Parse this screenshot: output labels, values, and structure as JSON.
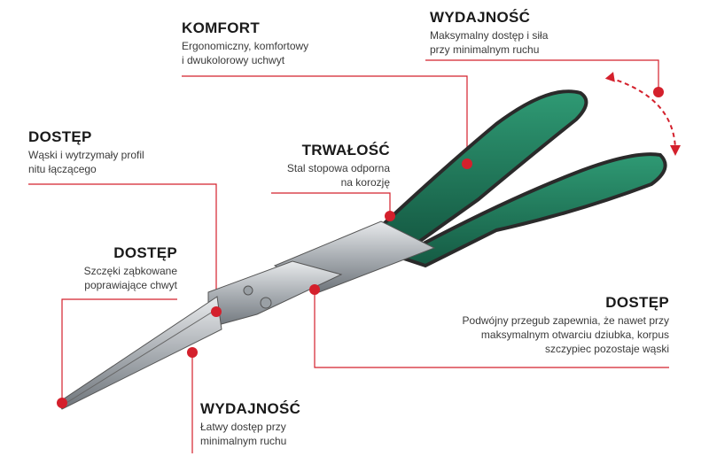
{
  "callouts": {
    "komfort": {
      "title": "KOMFORT",
      "line1": "Ergonomiczny, komfortowy",
      "line2": "i dwukolorowy uchwyt"
    },
    "wydajnosc_top": {
      "title": "WYDAJNOŚĆ",
      "line1": "Maksymalny dostęp i siła",
      "line2": "przy minimalnym ruchu"
    },
    "dostep_left": {
      "title": "DOSTĘP",
      "line1": "Wąski i wytrzymały profil",
      "line2": "nitu łączącego"
    },
    "trwalosc": {
      "title": "TRWAŁOŚĆ",
      "line1": "Stal stopowa odporna",
      "line2": "na korozję"
    },
    "dostep_jaws": {
      "title": "DOSTĘP",
      "line1": "Szczęki ząbkowane",
      "line2": "poprawiające chwyt"
    },
    "dostep_right": {
      "title": "DOSTĘP",
      "line1": "Podwójny przegub zapewnia, że nawet przy",
      "line2": "maksymalnym otwarciu dziubka, korpus",
      "line3": "szczypiec pozostaje wąski"
    },
    "wydajnosc_bottom": {
      "title": "WYDAJNOŚĆ",
      "line1": "Łatwy dostęp przy",
      "line2": "minimalnym ruchu"
    }
  },
  "colors": {
    "accent": "#d4202c",
    "handle_green": "#1f7a5c",
    "handle_dark": "#2a2a2a",
    "steel": "#b8bcc0"
  }
}
